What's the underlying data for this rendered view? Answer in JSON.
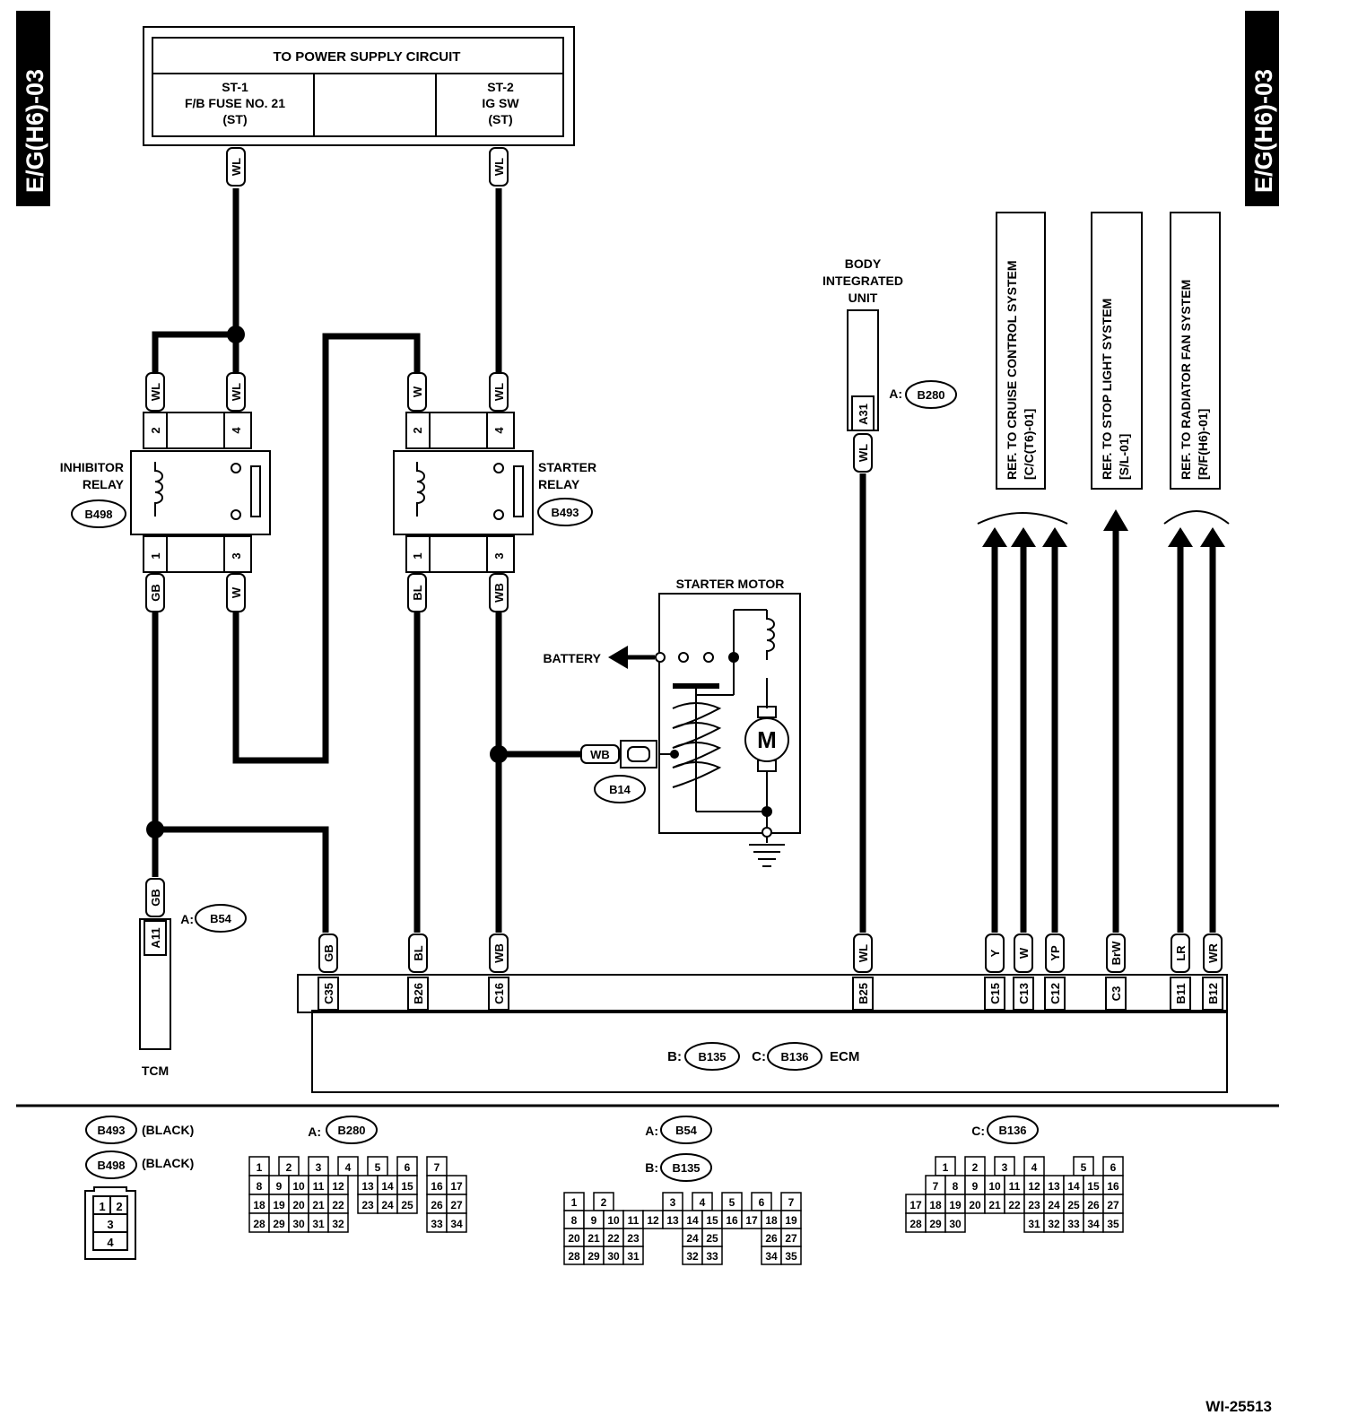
{
  "side_tab": {
    "left": "E/G(H6)-03",
    "right": "E/G(H6)-03"
  },
  "power_supply": {
    "title": "TO POWER SUPPLY CIRCUIT",
    "left": [
      "ST-1",
      "F/B FUSE NO. 21",
      "(ST)"
    ],
    "right": [
      "ST-2",
      "IG SW",
      "(ST)"
    ]
  },
  "inhibitor_relay": {
    "label": [
      "INHIBITOR",
      "RELAY"
    ],
    "connector": "B498",
    "pins": {
      "top_left": "2",
      "top_right": "4",
      "bot_left": "1",
      "bot_right": "3"
    },
    "wires": {
      "top_left": "WL",
      "top_right": "WL",
      "bot_left": "GB",
      "bot_right": "W"
    }
  },
  "starter_relay": {
    "label": [
      "STARTER",
      "RELAY"
    ],
    "connector": "B493",
    "pins": {
      "top_left": "2",
      "top_right": "4",
      "bot_left": "1",
      "bot_right": "3"
    },
    "wires": {
      "top_left": "W",
      "top_right": "WL",
      "bot_left": "BL",
      "bot_right": "WB"
    }
  },
  "power_wires": {
    "left": "WL",
    "right": "WL"
  },
  "starter_motor": {
    "title": "STARTER MOTOR",
    "battery": "BATTERY",
    "motor": "M",
    "connector": "B14",
    "wire": "WB"
  },
  "biu": {
    "label": [
      "BODY",
      "INTEGRATED",
      "UNIT"
    ],
    "pin": "A31",
    "wire": "WL",
    "prefix": "A:",
    "connector": "B280"
  },
  "tcm": {
    "label": "TCM",
    "pin": "A11",
    "wire": "GB",
    "prefix": "A:",
    "connector": "B54"
  },
  "refs": [
    {
      "lines": [
        "REF. TO CRUISE CONTROL SYSTEM",
        "[C/C(T6)-01]"
      ]
    },
    {
      "lines": [
        "REF. TO STOP LIGHT SYSTEM",
        "[S/L-01]"
      ]
    },
    {
      "lines": [
        "REF. TO RADIATOR FAN SYSTEM",
        "[R/F(H6)-01]"
      ]
    }
  ],
  "ecm": {
    "label": "ECM",
    "b_prefix": "B:",
    "b_conn": "B135",
    "c_prefix": "C:",
    "c_conn": "B136",
    "pins": [
      {
        "pin": "C35",
        "wire": "GB"
      },
      {
        "pin": "B26",
        "wire": "BL"
      },
      {
        "pin": "C16",
        "wire": "WB"
      },
      {
        "pin": "B25",
        "wire": "WL"
      },
      {
        "pin": "C15",
        "wire": "Y"
      },
      {
        "pin": "C13",
        "wire": "W"
      },
      {
        "pin": "C12",
        "wire": "YP"
      },
      {
        "pin": "C3",
        "wire": "BrW"
      },
      {
        "pin": "B11",
        "wire": "LR"
      },
      {
        "pin": "B12",
        "wire": "WR"
      }
    ]
  },
  "legend": {
    "relay_conns": [
      {
        "id": "B493",
        "color": "(BLACK)"
      },
      {
        "id": "B498",
        "color": "(BLACK)"
      }
    ],
    "relay_pins": [
      "1",
      "2",
      "3",
      "4"
    ],
    "a_prefix": "A:",
    "b_prefix": "B:",
    "c_prefix": "C:",
    "b280": {
      "id": "B280",
      "rows": [
        [
          "1",
          "2",
          "3",
          "4",
          "5",
          "6",
          "7"
        ],
        [
          "8",
          "9",
          "10",
          "11",
          "12",
          "13",
          "14",
          "15",
          "16",
          "17"
        ],
        [
          "18",
          "19",
          "20",
          "21",
          "22",
          "23",
          "24",
          "25",
          "26",
          "27"
        ],
        [
          "28",
          "29",
          "30",
          "31",
          "32",
          "33",
          "34"
        ]
      ]
    },
    "b54": {
      "id": "B54"
    },
    "b135": {
      "id": "B135",
      "rows": [
        [
          "1",
          "2",
          "3",
          "4",
          "5",
          "6",
          "7"
        ],
        [
          "8",
          "9",
          "10",
          "11",
          "12",
          "13",
          "14",
          "15",
          "16",
          "17",
          "18",
          "19"
        ],
        [
          "20",
          "21",
          "22",
          "23",
          "24",
          "25",
          "26",
          "27"
        ],
        [
          "28",
          "29",
          "30",
          "31",
          "32",
          "33",
          "34",
          "35"
        ]
      ]
    },
    "b136": {
      "id": "B136",
      "rows": [
        [
          "1",
          "2",
          "3",
          "4",
          "5",
          "6"
        ],
        [
          "7",
          "8",
          "9",
          "10",
          "11",
          "12",
          "13",
          "14",
          "15",
          "16"
        ],
        [
          "17",
          "18",
          "19",
          "20",
          "21",
          "22",
          "23",
          "24",
          "25",
          "26",
          "27"
        ],
        [
          "28",
          "29",
          "30",
          "31",
          "32",
          "33",
          "34",
          "35"
        ]
      ]
    }
  },
  "footer_code": "WI-25513"
}
